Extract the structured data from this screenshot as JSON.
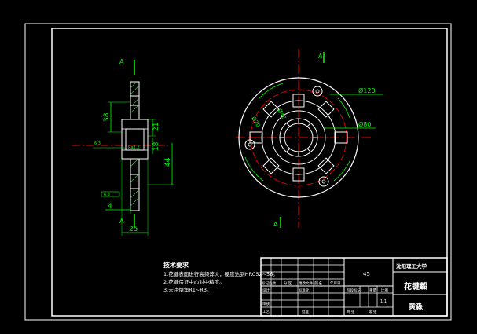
{
  "drawing": {
    "background": "#000000",
    "colors": {
      "outline": "#ffffff",
      "center_line": "#ff0000",
      "dimension": "#00ff00",
      "annotation": "#00ffff"
    },
    "side_view": {
      "dims": {
        "d38": "38",
        "d21": "21",
        "d18": "18",
        "d44": "44",
        "d4": "4",
        "d25": "25",
        "roughness_left": "6.3",
        "roughness_spline": "Ra3.2",
        "flag_box": "6.3"
      },
      "section_labels": {
        "top": "A",
        "bottom": "A"
      }
    },
    "front_view": {
      "dims": {
        "d120": "Ø120",
        "d80": "Ø80",
        "d20": "Ø20",
        "d48": "Ø48"
      },
      "section_labels": {
        "top": "A",
        "bottom": "A"
      }
    },
    "tech_requirements": {
      "title": "技术要求",
      "items": [
        "1.花键表面进行高频淬火，硬度达到HRC52~56。",
        "2.花键保证中心对中精度。",
        "3.未注倒角R1~R3。"
      ]
    },
    "title_block": {
      "material": "45",
      "university": "沈阳理工大学",
      "part_name": "花键毂",
      "name_seal": "黄淼",
      "scale": "1:1",
      "labels": {
        "mark": "标记处数",
        "partition": "分 区",
        "doc_no": "更改文件号",
        "signature": "签名",
        "date": "年月日",
        "designer": "设计",
        "standardize": "标准化",
        "stage_mark": "阶段标记",
        "weight": "重量",
        "scale_label": "比例",
        "review": "审核",
        "process": "工艺",
        "approve": "批准",
        "sheet_total": "共 张",
        "sheet_no": "第 张"
      }
    }
  }
}
